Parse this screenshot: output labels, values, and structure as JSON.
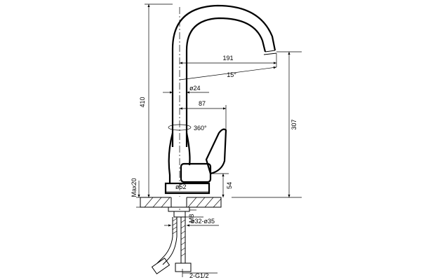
{
  "diagram": {
    "dimensions": {
      "total_height": "410",
      "spout_height": "307",
      "spout_reach": "191",
      "spout_angle": "15°",
      "spout_diameter": "ø24",
      "handle_reach": "87",
      "rotation": "360°",
      "base_diameter": "ø52",
      "handle_height": "54",
      "max_deck": "Max20",
      "mount_thread": "M8",
      "hole_diameter": "ø32-ø35",
      "inlet_thread": "2-G1/2"
    }
  }
}
